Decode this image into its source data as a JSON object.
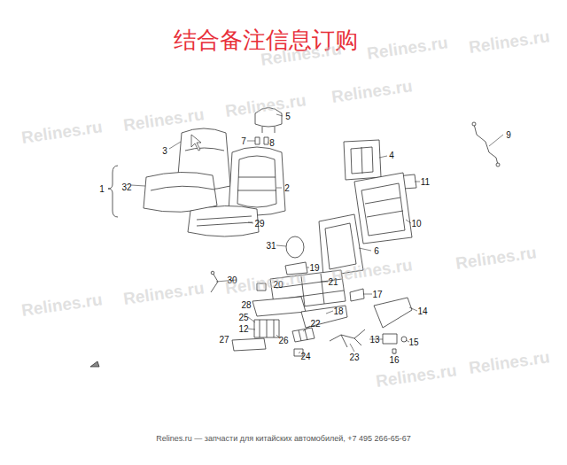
{
  "diagram": {
    "title": "结合备注信息订购",
    "caption": "Relines.ru — запчасти для китайских автомобилей, +7 495 266-65-67",
    "labels": [
      "1",
      "32",
      "3",
      "5",
      "7",
      "8",
      "2",
      "29",
      "4",
      "9",
      "11",
      "10",
      "31",
      "6",
      "19",
      "30",
      "20",
      "21",
      "17",
      "28",
      "18",
      "14",
      "25",
      "12",
      "26",
      "22",
      "27",
      "13",
      "15",
      "24",
      "23",
      "16",
      "Relines.ru",
      "Relines.ru",
      "Relines.ru",
      "Relines.ru",
      "Relines.ru",
      "Relines.ru",
      "Relines.ru",
      "Relines.ru",
      "Relines.ru",
      "Relines.ru",
      "Relines.ru",
      "Relines.ru",
      "Relines.ru",
      "Relines.ru"
    ]
  }
}
